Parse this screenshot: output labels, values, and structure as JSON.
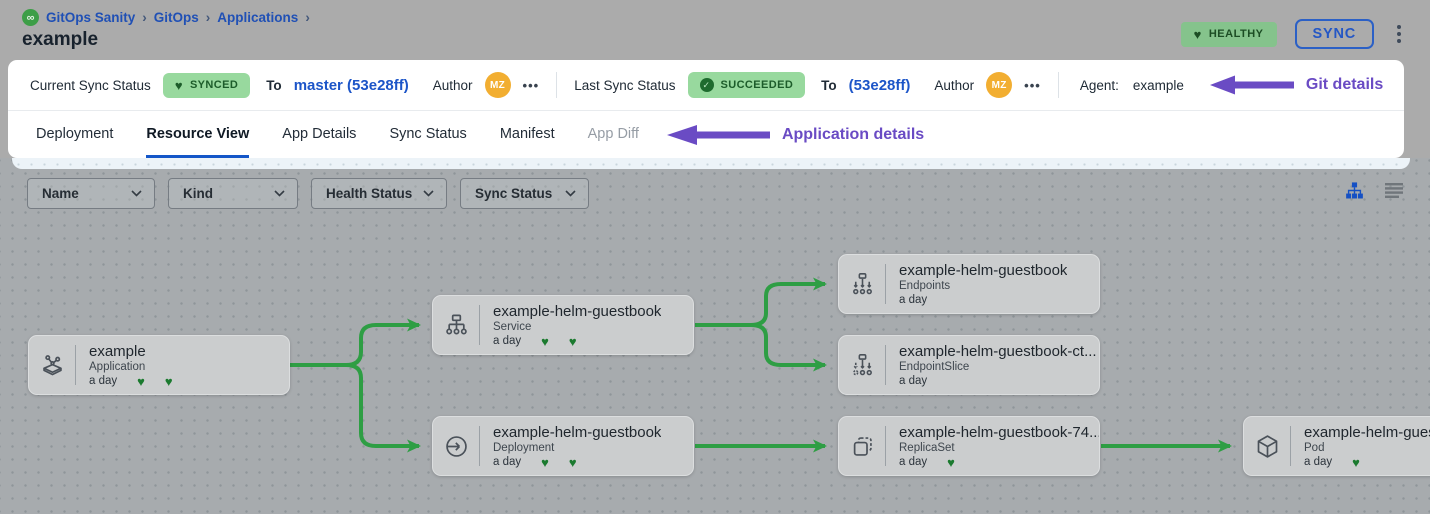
{
  "colors": {
    "accent_blue": "#1c55c8",
    "annotation_purple": "#6a4bc4",
    "edge_green": "#2e9e44",
    "badge_green_bg": "#98d99e",
    "badge_green_text": "#1c5c2a",
    "healthy_badge_bg": "#85c38c",
    "avatar_orange": "#f2ae31",
    "heart_green": "#1b7a2f"
  },
  "breadcrumb": {
    "logo_glyph": "∞",
    "items": [
      "GitOps Sanity",
      "GitOps",
      "Applications"
    ],
    "separator": "›"
  },
  "page_title": "example",
  "header_actions": {
    "health_badge": "HEALTHY",
    "health_heart": "♥",
    "sync_button": "SYNC"
  },
  "sync_bar": {
    "current": {
      "label": "Current Sync Status",
      "badge": "SYNCED",
      "badge_heart": "♥",
      "to": "To",
      "target": "master (53e28ff)",
      "author": "Author",
      "avatar": "MZ",
      "more": "•••"
    },
    "last": {
      "label": "Last Sync Status",
      "badge": "SUCCEEDED",
      "check": "✓",
      "to": "To",
      "target": "(53e28ff)",
      "author": "Author",
      "avatar": "MZ",
      "more": "•••"
    },
    "agent": {
      "label": "Agent:",
      "value": "example"
    },
    "annotation": "Git details"
  },
  "tabs": {
    "items": [
      {
        "label": "Deployment",
        "state": "normal"
      },
      {
        "label": "Resource View",
        "state": "active"
      },
      {
        "label": "App Details",
        "state": "normal"
      },
      {
        "label": "Sync Status",
        "state": "normal"
      },
      {
        "label": "Manifest",
        "state": "normal"
      },
      {
        "label": "App Diff",
        "state": "disabled"
      }
    ],
    "annotation": "Application details"
  },
  "filters": [
    {
      "label": "Name"
    },
    {
      "label": "Kind"
    },
    {
      "label": "Health Status"
    },
    {
      "label": "Sync Status"
    }
  ],
  "view_toggles": {
    "tree": "tree-view",
    "list": "list-view"
  },
  "graph": {
    "nodes": [
      {
        "title": "example",
        "kind": "Application",
        "age": "a day",
        "hearts": 2,
        "icon": "application-icon"
      },
      {
        "title": "example-helm-guestbook",
        "kind": "Service",
        "age": "a day",
        "hearts": 2,
        "icon": "service-icon"
      },
      {
        "title": "example-helm-guestbook",
        "kind": "Deployment",
        "age": "a day",
        "hearts": 2,
        "icon": "deployment-icon"
      },
      {
        "title": "example-helm-guestbook",
        "kind": "Endpoints",
        "age": "a day",
        "hearts": 0,
        "icon": "endpoints-icon"
      },
      {
        "title": "example-helm-guestbook-ct...",
        "kind": "EndpointSlice",
        "age": "a day",
        "hearts": 0,
        "icon": "endpointslice-icon"
      },
      {
        "title": "example-helm-guestbook-74...",
        "kind": "ReplicaSet",
        "age": "a day",
        "hearts": 1,
        "icon": "replicaset-icon"
      },
      {
        "title": "example-helm-guest",
        "kind": "Pod",
        "age": "a day",
        "hearts": 1,
        "icon": "pod-icon"
      }
    ],
    "edges": [
      {
        "from": 0,
        "to": 1
      },
      {
        "from": 0,
        "to": 2
      },
      {
        "from": 1,
        "to": 3
      },
      {
        "from": 1,
        "to": 4
      },
      {
        "from": 2,
        "to": 5
      },
      {
        "from": 5,
        "to": 6
      }
    ]
  }
}
